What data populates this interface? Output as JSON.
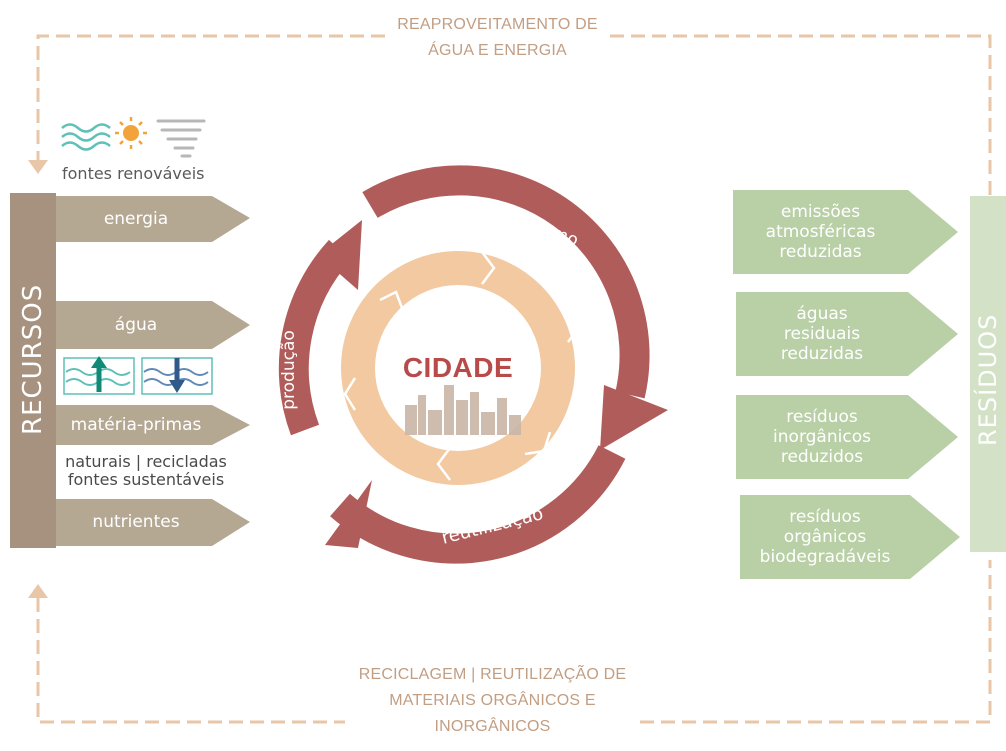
{
  "top_loop_label": [
    "REAPROVEITAMENTO DE",
    "ÁGUA E ENERGIA"
  ],
  "bottom_loop_label": [
    "RECICLAGEM | REUTILIZAÇÃO DE",
    "MATERIAIS ORGÂNICOS E",
    "INORGÂNICOS"
  ],
  "renewables_label": "fontes renováveis",
  "resources": {
    "title": "RECURSOS",
    "items": [
      "energia",
      "água",
      "matéria-primas",
      "nutrientes"
    ],
    "raw_material_note": [
      "naturais | recicladas",
      "fontes sustentáveis"
    ]
  },
  "cycle": {
    "center": "CIDADE",
    "arcs": [
      "consumo",
      "produção",
      "reutilização"
    ]
  },
  "waste": {
    "title": "RESÍDUOS",
    "items": [
      [
        "emissões",
        "atmosféricas",
        "reduzidas"
      ],
      [
        "águas",
        "residuais",
        "reduzidas"
      ],
      [
        "resíduos",
        "inorgânicos",
        "reduzidos"
      ],
      [
        "resíduos",
        "orgânicos",
        "biodegradáveis"
      ]
    ]
  },
  "colors": {
    "resources": "#b5a893",
    "resources_dark": "#a7927f",
    "waste": "#b9d0a7",
    "waste_light": "#d3e2c6",
    "cycle_outer": "#b05c5b",
    "cycle_inner": "#f2c9a0",
    "loop_line": "#e8c7a8",
    "center_text": "#b94a4a"
  }
}
